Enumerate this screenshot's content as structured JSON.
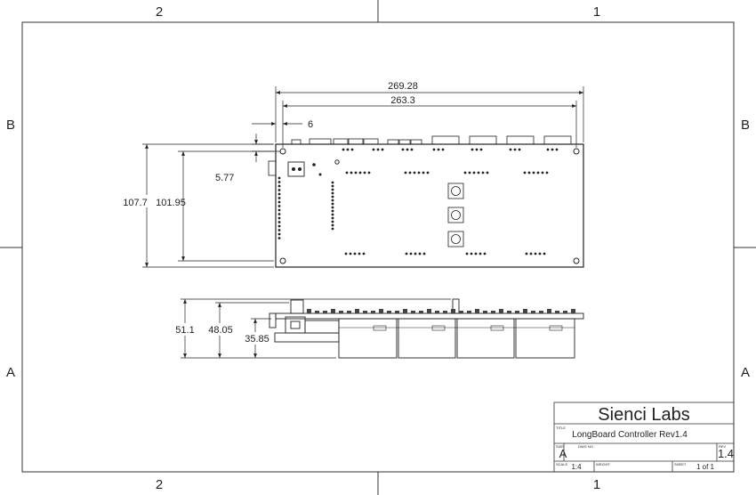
{
  "zones": {
    "top": [
      "2",
      "1"
    ],
    "bottom": [
      "2",
      "1"
    ],
    "left": [
      "B",
      "A"
    ],
    "right": [
      "B",
      "A"
    ]
  },
  "dimensions": {
    "overall_width": "269.28",
    "hole_span": "263.3",
    "hole_offset_x": "6",
    "hole_offset_y": "5.77",
    "overall_height": "107.7",
    "hole_span_height": "101.95",
    "side_height_total": "51.1",
    "side_height_b": "48.05",
    "side_height_c": "35.85"
  },
  "title_block": {
    "company": "Sienci Labs",
    "title_caption": "TITLE",
    "title": "LongBoard Controller Rev1.4",
    "size_caption": "SIZE",
    "size": "A",
    "dwg_caption": "DWG NO",
    "rev_caption": "REV",
    "rev": "1.4",
    "scale_caption": "SCALE",
    "scale": "1:4",
    "weight_caption": "WEIGHT",
    "sheet_caption": "SHEET",
    "sheet": "1 of 1"
  }
}
